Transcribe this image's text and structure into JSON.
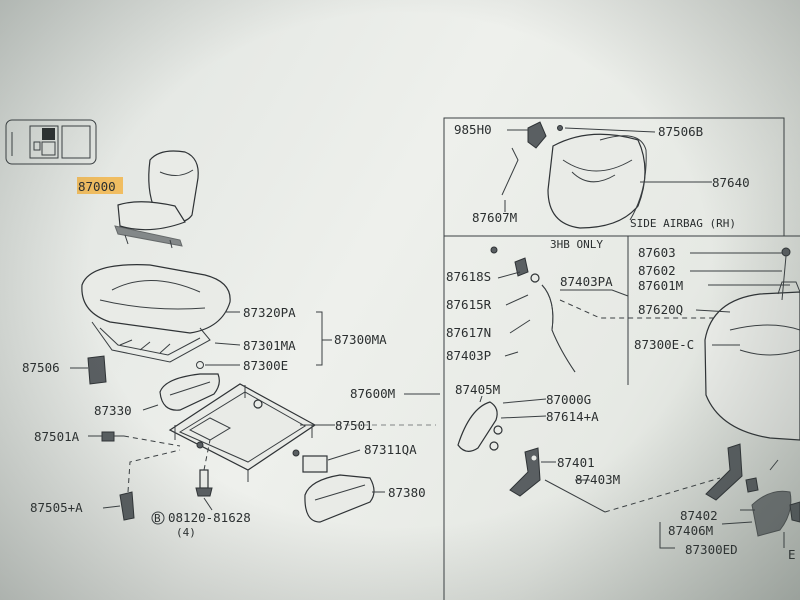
{
  "labels": {
    "l87000": "87000",
    "l87320PA": "87320PA",
    "l87300MA": "87300MA",
    "l87301MA": "87301MA",
    "l87300E": "87300E",
    "l87506": "87506",
    "l87330": "87330",
    "l87501A": "87501A",
    "l87501": "87501",
    "l87311QA": "87311QA",
    "l87380": "87380",
    "l87505A": "87505+A",
    "l08120": "08120-81628",
    "l08120qty": "(4)",
    "l87600M": "87600M",
    "l985H0": "985H0",
    "l87506B": "87506B",
    "l87640": "87640",
    "l87607M": "87607M",
    "lSideAirbag": "SIDE AIRBAG (RH)",
    "l3HB": "3HB ONLY",
    "l87603": "87603",
    "l87602": "87602",
    "l87601M": "87601M",
    "l87620Q": "87620Q",
    "l87300EC": "87300E-C",
    "l87618S": "87618S",
    "l87615R": "87615R",
    "l87617N": "87617N",
    "l87403P": "87403P",
    "l87403PA": "87403PA",
    "l87405M": "87405M",
    "l87000G": "87000G",
    "l87614A": "87614+A",
    "l87401": "87401",
    "l87403M": "87403M",
    "l87402": "87402",
    "l87406M": "87406M",
    "l87300ED": "87300ED",
    "lEcut": "E",
    "bolt_symbol": "B"
  },
  "colors": {
    "paper": "#eef0ec",
    "ink": "#2b2f30",
    "highlight": "#f2b54a"
  }
}
